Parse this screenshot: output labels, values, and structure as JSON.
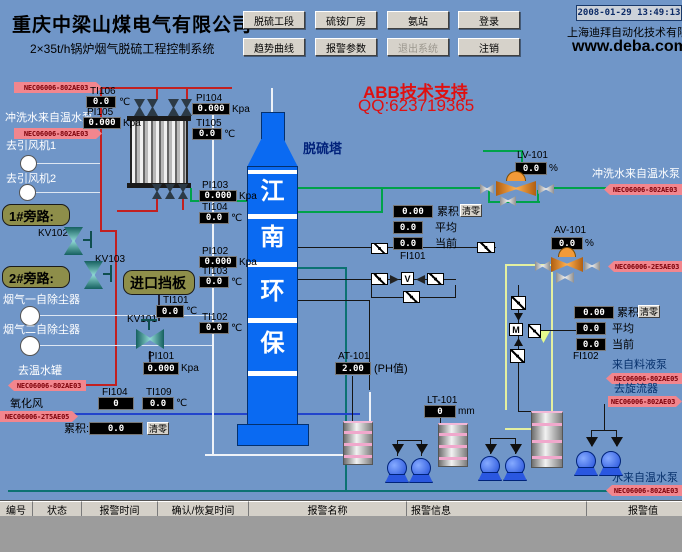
{
  "header": {
    "title": "重庆中梁山煤电气有限公司",
    "subtitle": "2×35t/h锅炉烟气脱硫工程控制系统",
    "nav": {
      "desulf": "脱硫工段",
      "sulfate_plant": "硫铵厂房",
      "ammonia_station": "氨站",
      "login": "登录",
      "trend": "趋势曲线",
      "alarm_params": "报警参数",
      "exit_system": "退出系统",
      "logout": "注销"
    },
    "datetime": "2008-01-29 13:49:13",
    "company": "上海迪拜自动化技术有限公司",
    "website": "www.deba.com.cn"
  },
  "support": {
    "line1": "ABB技术支持",
    "line2": "QQ:623719365"
  },
  "mimic": {
    "tower_label": "脱硫塔",
    "tower_chars": [
      "江",
      "南",
      "环",
      "保"
    ],
    "labels": {
      "flush_left": "冲洗水来自温水泵",
      "to_fan1": "去引风机1",
      "to_fan2": "去引风机2",
      "bypass1": "1#旁路:",
      "bypass2": "2#旁路:",
      "inlet_damper": "进口挡板",
      "gas1": "烟气一自除尘器",
      "gas2": "烟气二自除尘器",
      "to_warm_tank": "去温水罐",
      "oxid_air": "氧化风",
      "accum_colon": "累积:",
      "accum": "累积",
      "avg": "平均",
      "cur": "当前",
      "clear": "清零",
      "flush_right": "冲洗水来自温水泵",
      "from_feed_pump": "来自料液泵",
      "to_cyclone": "去旋流器",
      "water_from_pump": "水来自温水泵"
    },
    "tags": {
      "t1": "NEC06006-802AE03",
      "t2": "NEC06006-802AE03",
      "t3": "NEC06006-802AE03",
      "t4": "NEC06006-2T5AE05",
      "t5": "NEC06006-802AE03",
      "t6": "NEC06006-2E5AE03",
      "t7": "NEC06006-802AE05",
      "t8": "NEC06006-802AE03",
      "t9": "NEC06006-802AE03"
    },
    "valves": {
      "kv101": "KV101",
      "kv102": "KV102",
      "kv103": "KV103"
    },
    "symbols": {
      "pump_letter_v": "V",
      "pump_letter_m": "M"
    },
    "inst": {
      "ti106": {
        "id": "TI106",
        "v": "0.0",
        "u": "℃"
      },
      "pi105": {
        "id": "PI105",
        "v": "0.000",
        "u": "Kpa"
      },
      "pi104": {
        "id": "PI104",
        "v": "0.000",
        "u": "Kpa"
      },
      "ti105": {
        "id": "TI105",
        "v": "0.0",
        "u": "℃"
      },
      "pi103": {
        "id": "PI103",
        "v": "0.000",
        "u": "Kpa"
      },
      "ti104": {
        "id": "TI104",
        "v": "0.0",
        "u": "℃"
      },
      "pi102": {
        "id": "PI102",
        "v": "0.000",
        "u": "Kpa"
      },
      "ti103": {
        "id": "TI103",
        "v": "0.0",
        "u": "℃"
      },
      "ti102": {
        "id": "TI102",
        "v": "0.0",
        "u": "℃"
      },
      "ti101": {
        "id": "TI101",
        "v": "0.0",
        "u": "℃"
      },
      "pi101": {
        "id": "PI101",
        "v": "0.000",
        "u": "Kpa"
      },
      "fi104": {
        "id": "FI104",
        "v": "0",
        "u": ""
      },
      "ti109": {
        "id": "TI109",
        "v": "0.0",
        "u": "℃"
      },
      "lv101": {
        "id": "LV-101",
        "v": "0.0",
        "u": "%"
      },
      "av101": {
        "id": "AV-101",
        "v": "0.0",
        "u": "%"
      },
      "at101": {
        "id": "AT-101",
        "v": "2.00",
        "u": "(PH值)"
      },
      "lt101": {
        "id": "LT-101",
        "v": "0",
        "u": "mm"
      },
      "fi101": {
        "id": "FI101",
        "total": "0.00",
        "avg": "0.0",
        "cur": "0.0"
      },
      "fi102": {
        "id": "FI102",
        "total": "0.00",
        "avg": "0.0",
        "cur": "0.0"
      },
      "oxi_total": {
        "v": "0.0"
      }
    }
  },
  "table": {
    "headers": [
      "编号",
      "状态",
      "报警时间",
      "确认/恢复时间",
      "报警名称",
      "报警信息",
      "报警值"
    ]
  }
}
